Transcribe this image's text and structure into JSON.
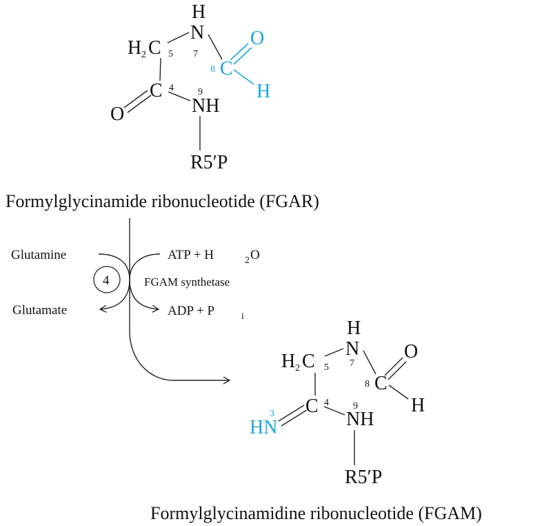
{
  "colors": {
    "highlight": "#1aa6dd",
    "ink": "#111111"
  },
  "fgar": {
    "name": "Formylglycinamide ribonucleotide (FGAR)",
    "h_top": "H",
    "n7": "N",
    "n7_num": "7",
    "h2c": "H",
    "h2c_sub": "2",
    "h2c_c": "C",
    "c5_num": "5",
    "c8": "C",
    "c8_num": "8",
    "o_ald": "O",
    "h_ald": "H",
    "c4": "C",
    "c4_num": "4",
    "o_carb": "O",
    "n9_num": "9",
    "nh": "NH",
    "r5p": "R5′P"
  },
  "reaction": {
    "glutamine": "Glutamine",
    "glutamate": "Glutamate",
    "atp": "ATP + H",
    "atp_sub": "2",
    "atp_o": "O",
    "adp": "ADP + P",
    "adp_sub": "i",
    "step": "4",
    "enzyme": "FGAM synthetase"
  },
  "fgam": {
    "name": "Formylglycinamidine ribonucleotide (FGAM)",
    "h_top": "H",
    "n7": "N",
    "n7_num": "7",
    "h2c": "H",
    "h2c_sub": "2",
    "h2c_c": "C",
    "c5_num": "5",
    "c8": "C",
    "c8_num": "8",
    "o_ald": "O",
    "h_ald": "H",
    "c4": "C",
    "c4_num": "4",
    "hn": "HN",
    "n3_num": "3",
    "n9_num": "9",
    "nh": "NH",
    "r5p": "R5′P"
  }
}
